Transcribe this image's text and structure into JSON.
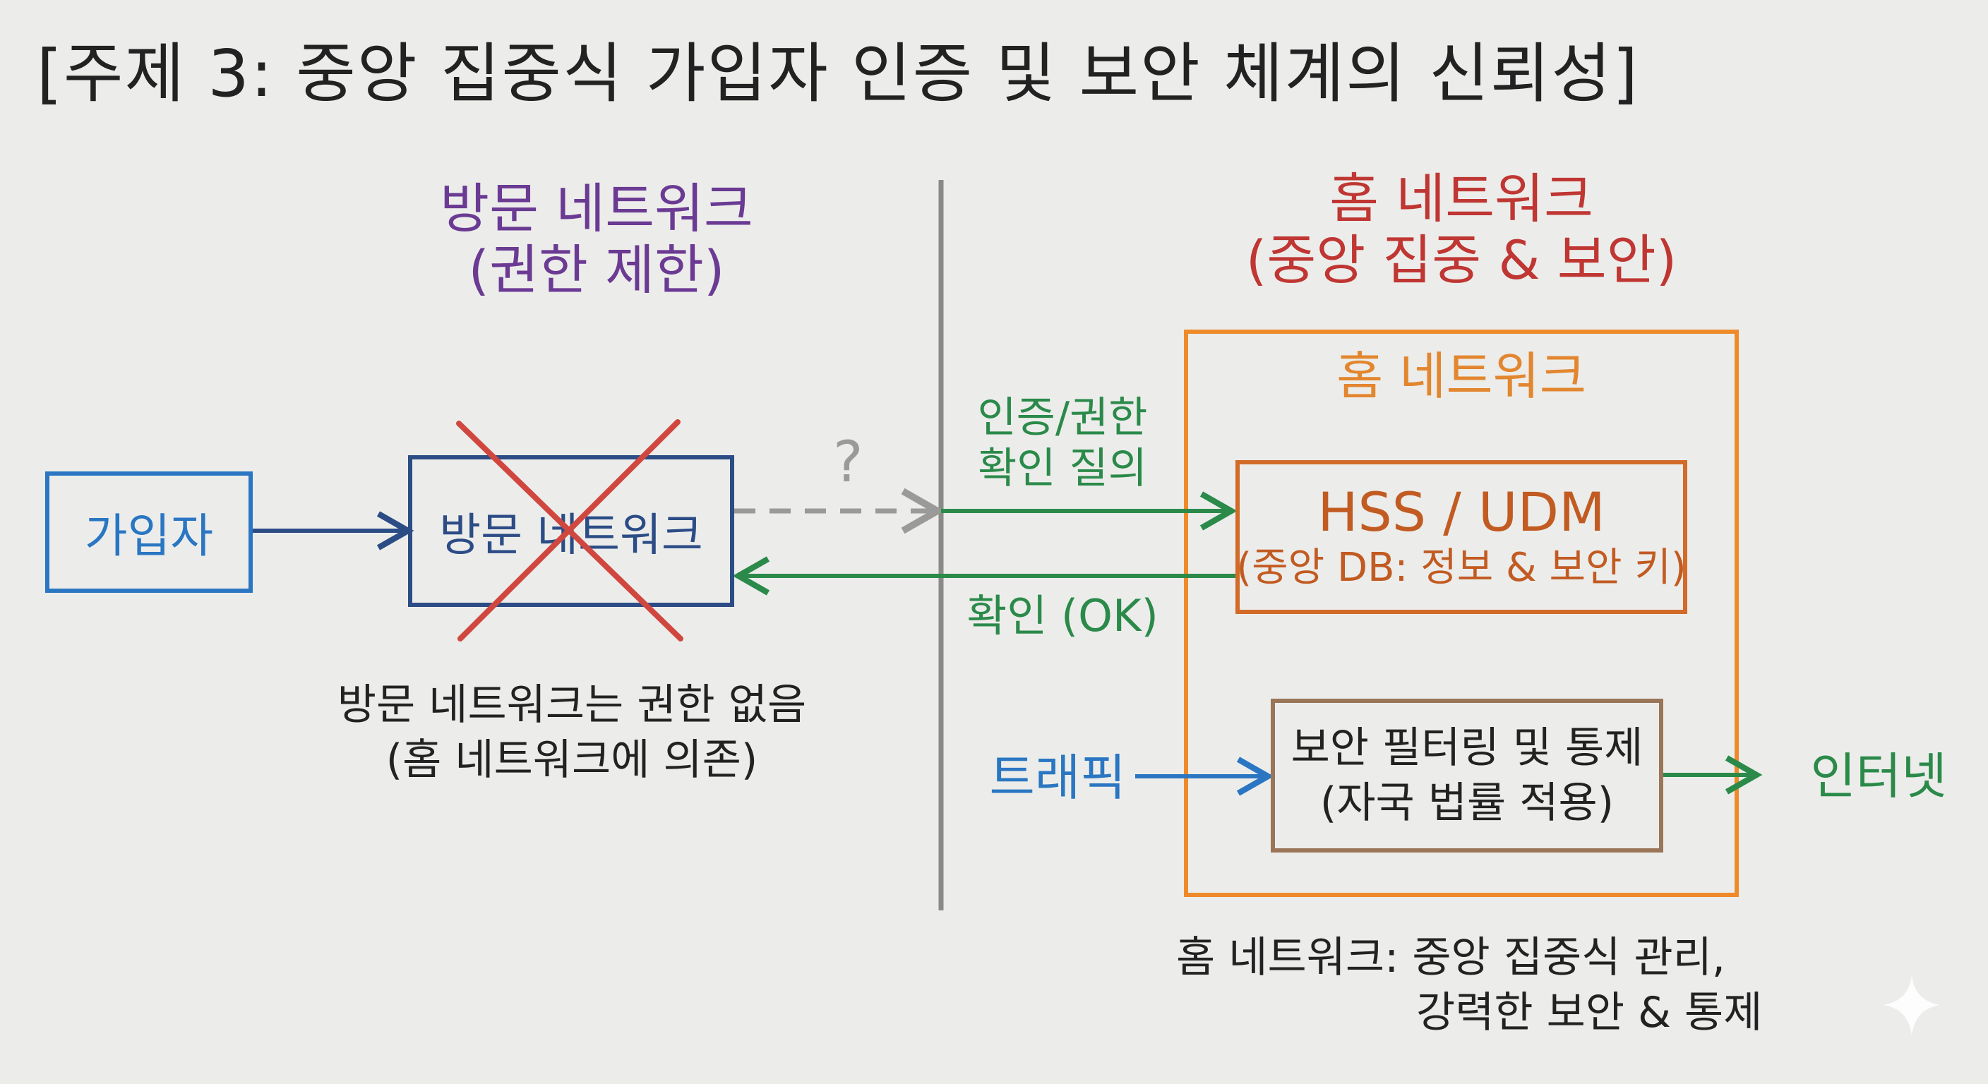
{
  "title": "[주제 3: 중앙 집중식 가입자 인증 및 보안 체계의 신뢰성]",
  "visited": {
    "header_line1": "방문 네트워크",
    "header_line2": "(권한 제한)",
    "subscriber_label": "가입자",
    "network_box_label": "방문 네트워크",
    "question_mark": "?",
    "note_line1": "방문 네트워크는 권한 없음",
    "note_line2": "(홈 네트워크에 의존)"
  },
  "home": {
    "header_line1": "홈 네트워크",
    "header_line2": "(중앙 집중 & 보안)",
    "inner_title": "홈 네트워크",
    "hss_line1": "HSS / UDM",
    "hss_line2": "(중앙 DB: 정보 & 보안 키)",
    "filter_line1": "보안 필터링 및 통제",
    "filter_line2": "(자국 법률 적용)",
    "note_line1": "홈 네트워크: 중앙 집중식 관리,",
    "note_line2": "강력한 보안 & 통제"
  },
  "flows": {
    "auth_query_line1": "인증/권한",
    "auth_query_line2": "확인 질의",
    "confirm": "확인 (OK)",
    "traffic": "트래픽",
    "internet": "인터넷"
  },
  "colors": {
    "subscriber_blue": "#2a76c2",
    "visited_navy": "#2c4c86",
    "cross_red": "#d0473f",
    "home_orange": "#ef8a2a",
    "hss_orange": "#d26a28",
    "filter_brown": "#9a7558",
    "flow_green": "#2b8a4a",
    "divider_gray": "#8a8a88"
  },
  "icons": {
    "reject_mark": "cross-icon",
    "watermark": "sparkle-icon"
  }
}
